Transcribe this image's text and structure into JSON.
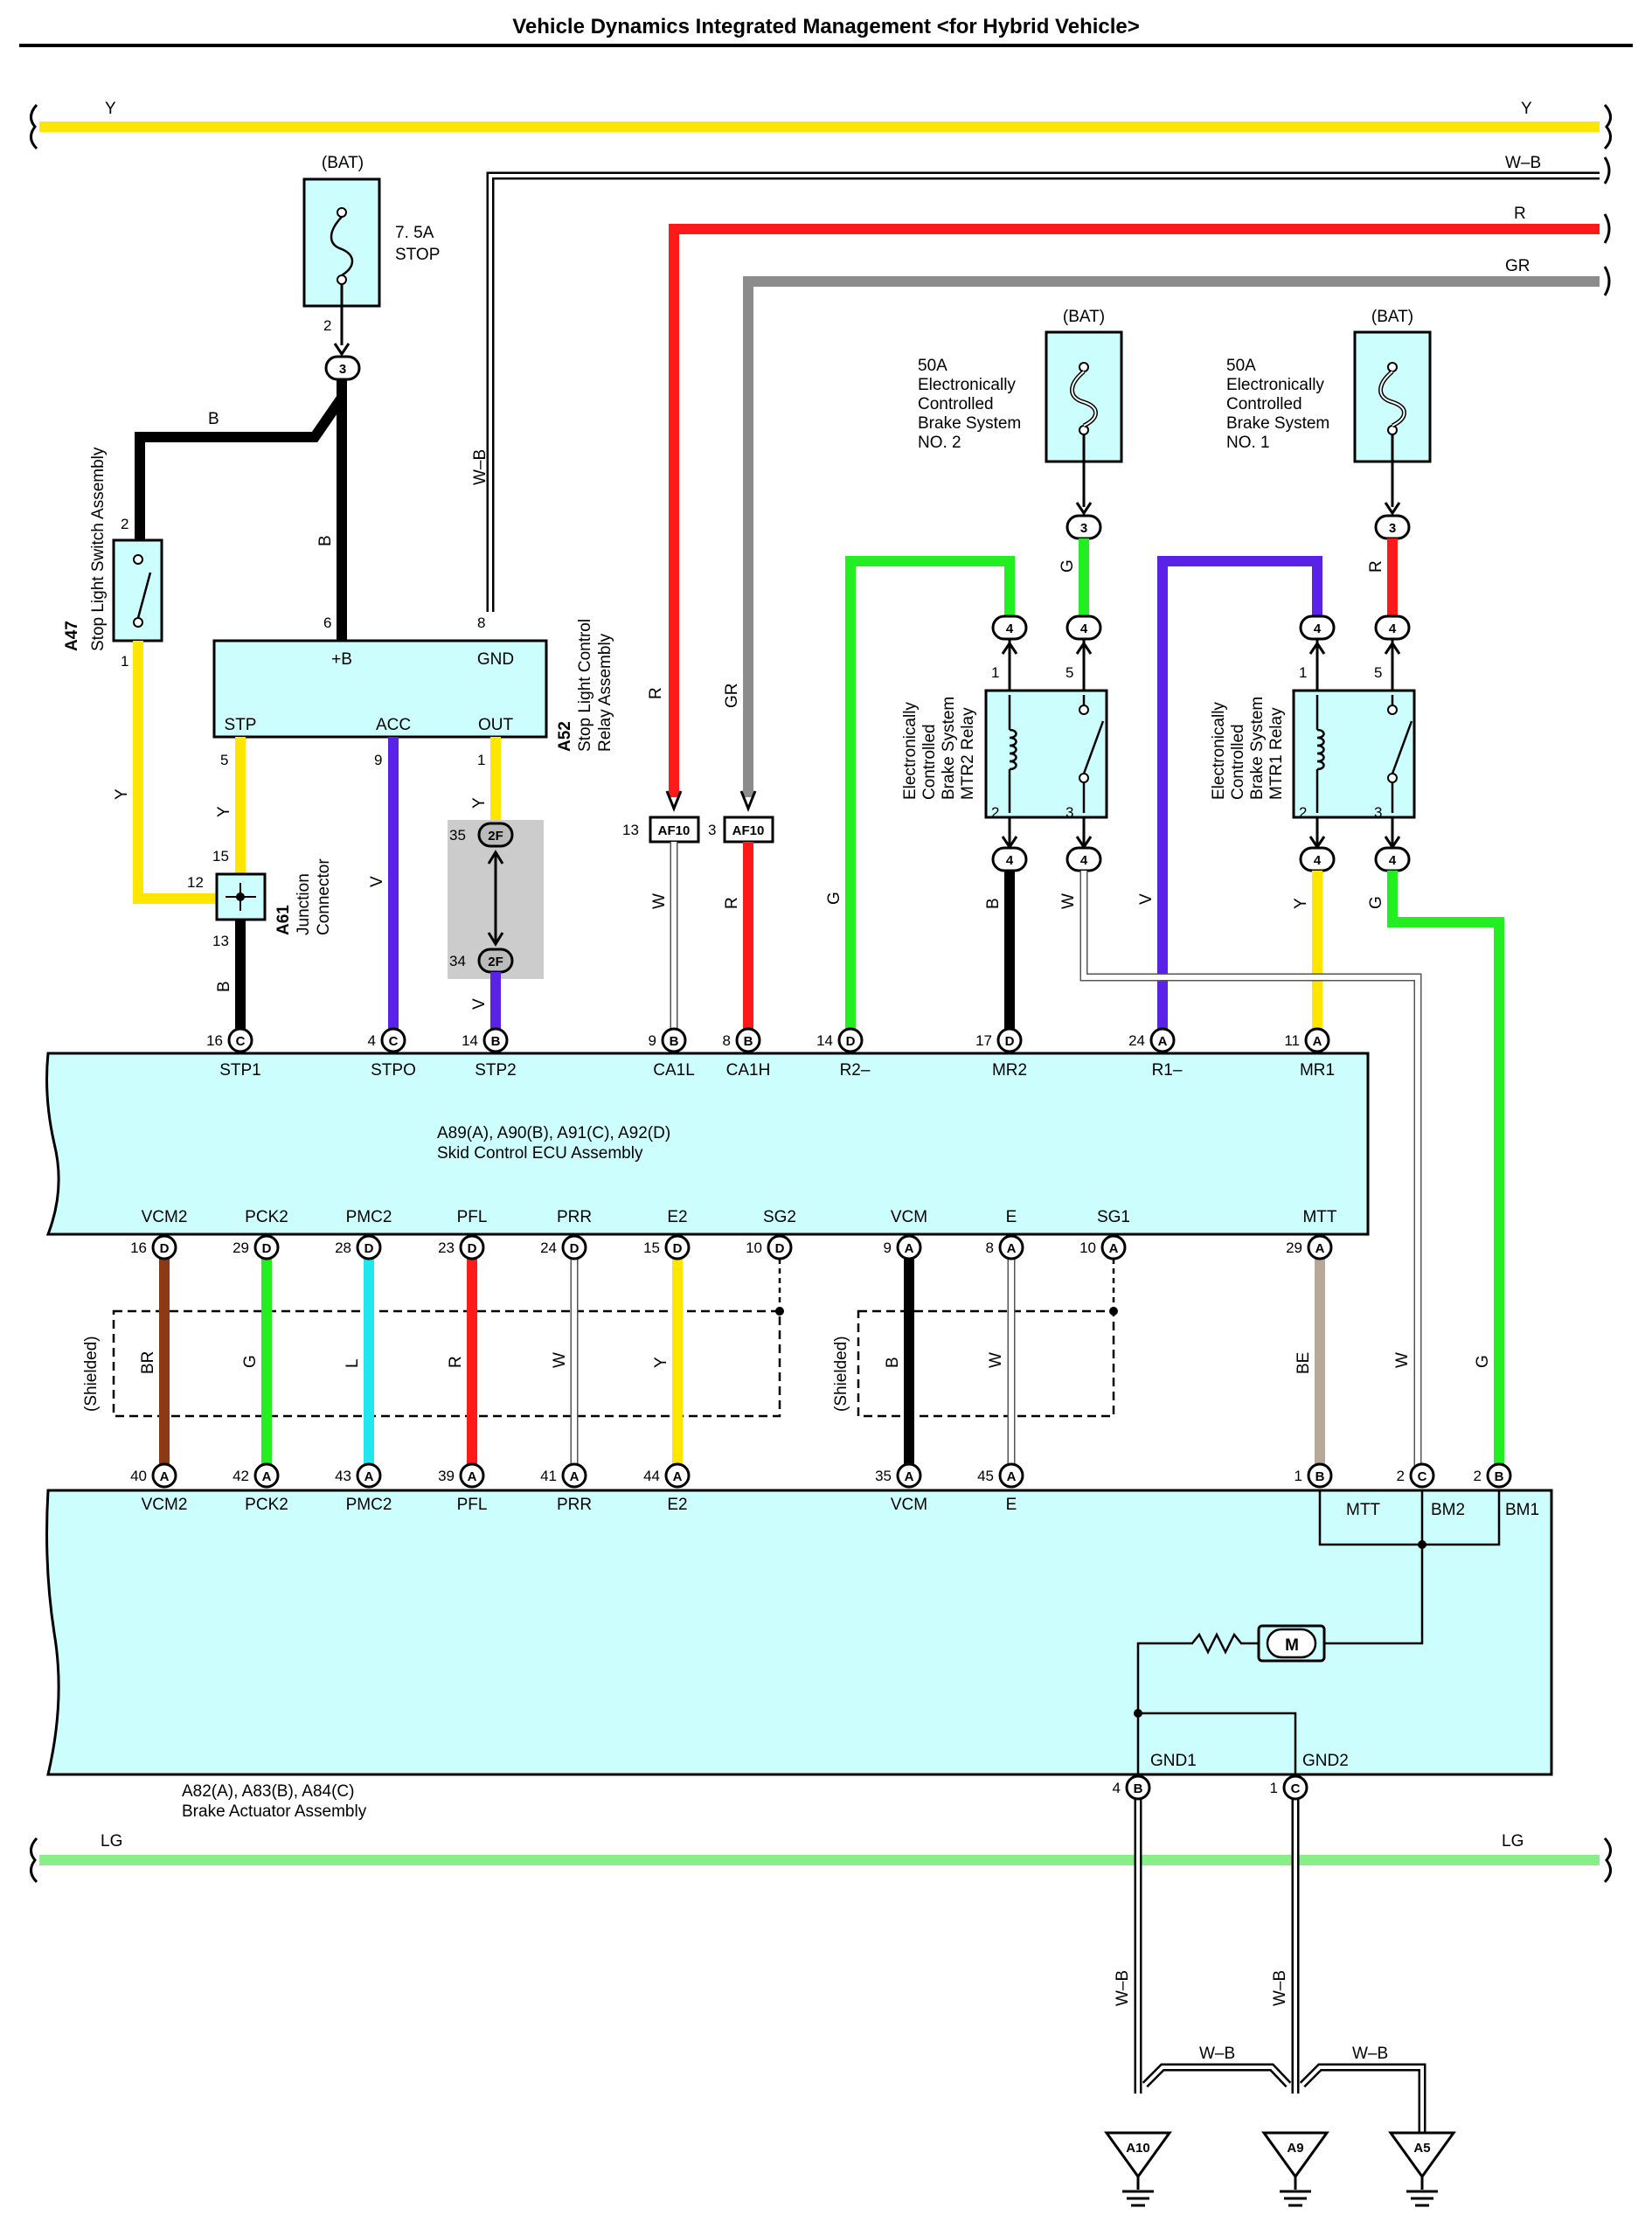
{
  "title": "Vehicle Dynamics Integrated Management <for Hybrid Vehicle>",
  "bus": {
    "y_left": "Y",
    "y_right": "Y",
    "wb_right": "W–B",
    "r_right": "R",
    "gr_right": "GR",
    "lg_left": "LG",
    "lg_right": "LG"
  },
  "fuses": {
    "stop": {
      "bat": "(BAT)",
      "amp": "7. 5A",
      "name": "STOP"
    },
    "mtr2": {
      "bat": "(BAT)",
      "lines": [
        "50A",
        "Electronically",
        "Controlled",
        "Brake System",
        "NO. 2"
      ]
    },
    "mtr1": {
      "bat": "(BAT)",
      "lines": [
        "50A",
        "Electronically",
        "Controlled",
        "Brake System",
        "NO. 1"
      ]
    }
  },
  "components": {
    "a47": {
      "code": "A47",
      "name": "Stop Light Switch Assembly"
    },
    "a61": {
      "code": "A61",
      "name1": "Junction",
      "name2": "Connector"
    },
    "a52": {
      "code": "A52",
      "name1": "Stop Light Control",
      "name2": "Relay Assembly",
      "pins": {
        "b": "+B",
        "gnd": "GND",
        "stp": "STP",
        "acc": "ACC",
        "out": "OUT"
      }
    },
    "mtr2": {
      "lines": [
        "Electronically",
        "Controlled",
        "Brake System",
        "MTR2 Relay"
      ]
    },
    "mtr1": {
      "lines": [
        "Electronically",
        "Controlled",
        "Brake System",
        "MTR1 Relay"
      ]
    },
    "ecu": {
      "code": "A89(A), A90(B), A91(C), A92(D)",
      "name": "Skid Control ECU Assembly"
    },
    "actuator": {
      "code": "A82(A), A83(B), A84(C)",
      "name": "Brake Actuator Assembly",
      "pins": {
        "mtt": "MTT",
        "bm2": "BM2",
        "bm1": "BM1",
        "gnd1": "GND1",
        "gnd2": "GND2"
      },
      "motor": "M"
    }
  },
  "connectors": {
    "c3": "3",
    "c4": "4",
    "c2f": "2F",
    "af10": "AF10"
  },
  "ecu_top_pins": [
    {
      "num": "16",
      "conn": "C",
      "label": "STP1"
    },
    {
      "num": "4",
      "conn": "C",
      "label": "STPO"
    },
    {
      "num": "14",
      "conn": "B",
      "label": "STP2"
    },
    {
      "num": "9",
      "conn": "B",
      "label": "CA1L"
    },
    {
      "num": "8",
      "conn": "B",
      "label": "CA1H"
    },
    {
      "num": "14",
      "conn": "D",
      "label": "R2–"
    },
    {
      "num": "17",
      "conn": "D",
      "label": "MR2"
    },
    {
      "num": "24",
      "conn": "A",
      "label": "R1–"
    },
    {
      "num": "11",
      "conn": "A",
      "label": "MR1"
    }
  ],
  "ecu_bottom_pins": [
    {
      "num": "16",
      "conn": "D",
      "label": "VCM2",
      "color": "BR"
    },
    {
      "num": "29",
      "conn": "D",
      "label": "PCK2",
      "color": "G"
    },
    {
      "num": "28",
      "conn": "D",
      "label": "PMC2",
      "color": "L"
    },
    {
      "num": "23",
      "conn": "D",
      "label": "PFL",
      "color": "R"
    },
    {
      "num": "24",
      "conn": "D",
      "label": "PRR",
      "color": "W"
    },
    {
      "num": "15",
      "conn": "D",
      "label": "E2",
      "color": "Y"
    },
    {
      "num": "10",
      "conn": "D",
      "label": "SG2",
      "color": ""
    },
    {
      "num": "9",
      "conn": "A",
      "label": "VCM",
      "color": "B"
    },
    {
      "num": "8",
      "conn": "A",
      "label": "E",
      "color": "W"
    },
    {
      "num": "10",
      "conn": "A",
      "label": "SG1",
      "color": ""
    },
    {
      "num": "29",
      "conn": "A",
      "label": "MTT",
      "color": "BE"
    }
  ],
  "actuator_top_pins": [
    {
      "num": "40",
      "conn": "A",
      "label": "VCM2"
    },
    {
      "num": "42",
      "conn": "A",
      "label": "PCK2"
    },
    {
      "num": "43",
      "conn": "A",
      "label": "PMC2"
    },
    {
      "num": "39",
      "conn": "A",
      "label": "PFL"
    },
    {
      "num": "41",
      "conn": "A",
      "label": "PRR"
    },
    {
      "num": "44",
      "conn": "A",
      "label": "E2"
    },
    {
      "num": "35",
      "conn": "A",
      "label": "VCM"
    },
    {
      "num": "45",
      "conn": "A",
      "label": "E"
    },
    {
      "num": "1",
      "conn": "B",
      "label": ""
    },
    {
      "num": "2",
      "conn": "C",
      "label": ""
    },
    {
      "num": "2",
      "conn": "B",
      "label": ""
    }
  ],
  "actuator_bottom_pins": [
    {
      "num": "4",
      "conn": "B"
    },
    {
      "num": "1",
      "conn": "C"
    }
  ],
  "shielded": "(Shielded)",
  "wire_labels": {
    "B": "B",
    "Y": "Y",
    "V": "V",
    "R": "R",
    "GR": "GR",
    "W": "W",
    "G": "G",
    "WB": "W–B",
    "BE": "BE"
  },
  "pin_numbers": {
    "p1": "1",
    "p2": "2",
    "p3": "3",
    "p5": "5",
    "p6": "6",
    "p8": "8",
    "p9": "9",
    "p12": "12",
    "p13": "13",
    "p15": "15",
    "p13b": "13",
    "p34": "34",
    "p35": "35"
  },
  "grounds": [
    "A10",
    "A9",
    "A5"
  ],
  "colors": {
    "Y": "#ffe500",
    "R": "#ff1a1a",
    "GR": "#8c8c8c",
    "G": "#22ee22",
    "V": "#5a22e6",
    "B": "#000000",
    "BR": "#8b3a15",
    "L": "#22e6ee",
    "BE": "#b8a898",
    "LG": "#88ee88",
    "box": "#ccfefe"
  }
}
